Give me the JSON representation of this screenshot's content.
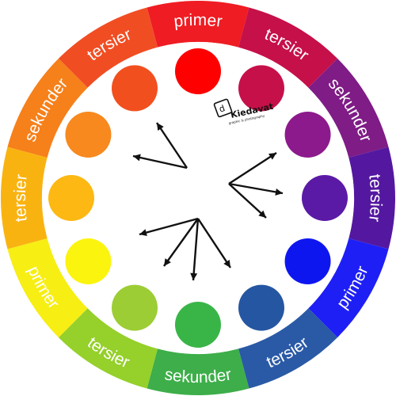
{
  "wheel": {
    "segments": [
      {
        "label": "primer",
        "color": "#ef1c23"
      },
      {
        "label": "tersier",
        "color": "#c6104a"
      },
      {
        "label": "sekunder",
        "color": "#7f1c86"
      },
      {
        "label": "tersier",
        "color": "#5418a0"
      },
      {
        "label": "primer",
        "color": "#1e1ff5"
      },
      {
        "label": "tersier",
        "color": "#2a5aa6"
      },
      {
        "label": "sekunder",
        "color": "#3dae49"
      },
      {
        "label": "tersier",
        "color": "#95d02b"
      },
      {
        "label": "primer",
        "color": "#f7ee13"
      },
      {
        "label": "tersier",
        "color": "#f9b311"
      },
      {
        "label": "sekunder",
        "color": "#f6801a"
      },
      {
        "label": "tersier",
        "color": "#f14d23"
      }
    ],
    "swatches": [
      "#ff0000",
      "#c6104a",
      "#8c1a8c",
      "#5b1aa6",
      "#0e16f0",
      "#2556a2",
      "#39b548",
      "#9ccd34",
      "#fbf40f",
      "#fdb813",
      "#f7891f",
      "#f24f1e"
    ]
  },
  "logo": {
    "name": "Kiedavat",
    "tagline": "graphic & photography"
  }
}
